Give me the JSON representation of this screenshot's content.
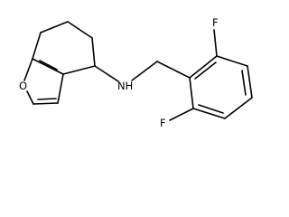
{
  "molecule": {
    "atoms": {
      "oxygen": "O",
      "amine": "NH",
      "fluorine_top": "F",
      "fluorine_bottom": "F"
    }
  }
}
